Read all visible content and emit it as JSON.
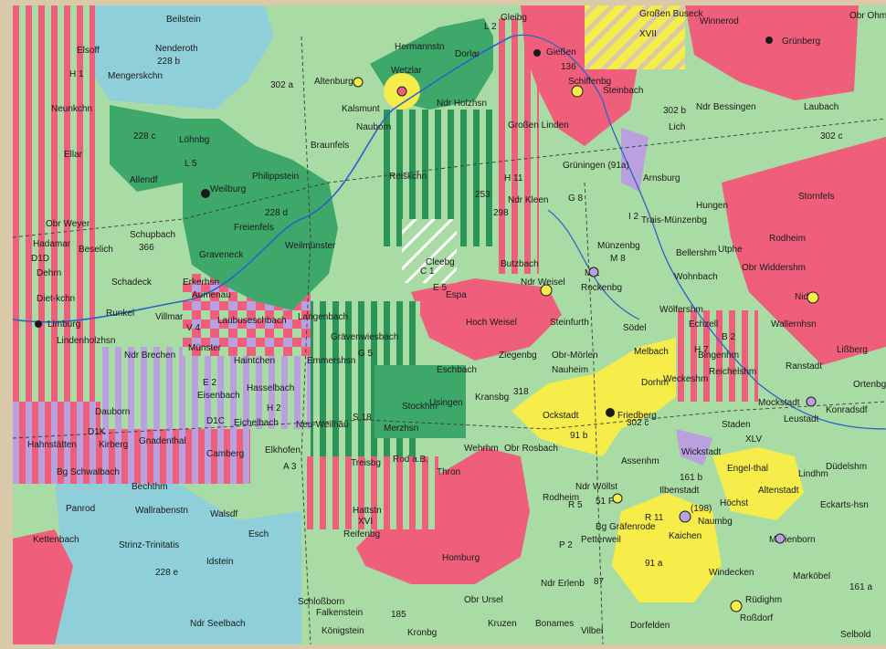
{
  "colors": {
    "pale_green": "#a9dba4",
    "green": "#3da86a",
    "dark_green": "#2a9556",
    "pink": "#ef5f7c",
    "light_blue": "#8fcfd9",
    "lavender": "#b9a0de",
    "yellow": "#f6ec4a",
    "paper": "#d9c9a8",
    "road": "#3b3b3b",
    "river": "#2a62c9"
  },
  "places": {
    "beilstein": "Beilstein",
    "gleiberg": "Gleibg",
    "grosen_buseck": "Großen Buseck",
    "winnerod": "Winnerod",
    "obr_ohm": "Obr Ohm",
    "nenderoth": "Nenderoth",
    "mengerskchn": "Mengerskchn",
    "elsoff": "Elsoff",
    "altenburg": "Altenburg",
    "wetzlar": "Wetzlar",
    "hermannstn": "Hermannstn",
    "dorlar": "Dorlar",
    "giessen": "Gießen",
    "gruenberg": "Grünberg",
    "kalsmunt": "Kalsmunt",
    "nauborn": "Nauborn",
    "ndr_holzhsn": "Ndr Holzhsn",
    "grosen_linden": "Großen Linden",
    "steinbach": "Steinbach",
    "schiffenbg": "Schiffenbg",
    "lich": "Lich",
    "ndr_bessingen": "Ndr Bessingen",
    "laubach": "Laubach",
    "neunkchn": "Neunkchn",
    "mengerskirchen_lohnbg": "Löhnbg",
    "braunfels": "Braunfels",
    "ellar": "Ellar",
    "allendf": "Allendf",
    "philippstein": "Philippstein",
    "weilburg": "Weilburg",
    "reiskchn": "Reiskchn",
    "gruningen": "Grüningen (91a)",
    "arnsburg": "Arnsburg",
    "stornfels": "Stornfels",
    "hungen": "Hungen",
    "obr_weyer": "Obr Weyer",
    "schupbach": "Schupbach",
    "freienfels": "Freienfels",
    "ndr_kleen": "Ndr Kleen",
    "trais_munzenbg": "Trais-Münzenbg",
    "hadamar": "Hadamar",
    "beselich": "Beselich",
    "graveneck": "Graveneck",
    "weilmunster": "Weilmünster",
    "cleebg": "Cleebg",
    "butzbach": "Butzbach",
    "munzenbg": "Münzenbg",
    "bellershm": "Bellershm",
    "utphe": "Utphe",
    "rodheim": "Rodheim",
    "obr_widdershm": "Obr Widdershm",
    "dehrn": "Dehrn",
    "erkerhsn": "Erkerhsn",
    "ndr_weisel": "Ndr Weisel",
    "rockenbg": "Rockenbg",
    "wohnbach": "Wohnbach",
    "nidda": "Nidda",
    "diet_kchn": "Diet-kchn",
    "schadeck": "Schadeck",
    "runkel": "Runkel",
    "aumenau": "Aumenau",
    "villmar": "Villmar",
    "laubuseschbach": "Laubuseschbach",
    "langenbach": "Langenbach",
    "espa": "Espa",
    "hoch_weisel": "Hoch Weisel",
    "steinfurth": "Steinfurth",
    "wollfershm": "Wölfershm",
    "echzell": "Echzell",
    "wallernhsn": "Wallernhsn",
    "limburg": "Limburg",
    "lindenholzhsn": "Lindenholzhsn",
    "grävenwiesbach": "Grävenwiesbach",
    "ziegenbg": "Ziegenbg",
    "sodel": "Södel",
    "melbach": "Melbach",
    "bingenhm": "Bingenhm",
    "lissberg": "Lißberg",
    "ndr_brechen": "Ndr Brechen",
    "munster": "Münster",
    "haintchen": "Haintchen",
    "emmershsn": "Emmershsn",
    "eschbach": "Eschbach",
    "obr_morlen": "Obr-Mörlen",
    "nauheim": "Nauheim",
    "weckeshm": "Weckeshm",
    "reichelshm": "Reichelshm",
    "ranstadt": "Ranstadt",
    "hasselbach": "Hasselbach",
    "kransbg": "Kransbg",
    "stockhm": "Stockhm",
    "usingen": "Usingen",
    "ockstadt": "Ockstadt",
    "friedberg": "Friedberg",
    "dorhm": "Dorhm",
    "mockstadt": "Mockstadt",
    "konradsdf": "Konradsdf",
    "ortenbg": "Ortenbg",
    "dauborn": "Dauborn",
    "kirberg": "Kirberg",
    "eisenbach": "Eisenbach",
    "eichelbach": "Eichelbach",
    "neu_weilnau": "Neu-Weilnau",
    "merzhsn": "Merzhsn",
    "staden": "Staden",
    "leustadt": "Leustadt",
    "hahnstatten": "Hahnstätten",
    "gnadenthal": "Gnadenthal",
    "camberg": "Camberg",
    "elkhofen": "Elkhofen",
    "wehrhm": "Wehrhm",
    "obr_rosbach": "Obr Rosbach",
    "assenhm": "Assenhm",
    "wickstadt": "Wickstadt",
    "engelthal": "Engel-thal",
    "bg_schwalbach": "Bg Schwalbach",
    "bechthm": "Bechthm",
    "treisbg": "Treisbg",
    "rod_a_b": "Rod a.B.",
    "thron": "Thron",
    "altenstadt": "Altenstadt",
    "lindhm": "Lindhm",
    "dudelshm": "Düdelshm",
    "panrod": "Panrod",
    "wallrabenstn": "Wallrabenstn",
    "walsdf": "Walsdf",
    "hattstn": "Hattstn",
    "reifenbg": "Reifenbg",
    "rodheim2": "Rodheim",
    "ndr_wollst": "Ndr Wöllst",
    "ilbenstadt": "Ilbenstadt",
    "hochst": "Höchst",
    "eckartshsn": "Eckarts-hsn",
    "kettenbach": "Kettenbach",
    "esch": "Esch",
    "homburg": "Homburg",
    "petterweil": "Petterweil",
    "kaichen": "Kaichen",
    "naumbg": "Naumbg",
    "marienborn": "Marienborn",
    "strinz_trinitatis": "Strinz-Trinitatis",
    "idstein": "Idstein",
    "windecken": "Windecken",
    "ndr_erlenb": "Ndr Erlenb",
    "schlossborn": "Schloßborn",
    "obr_ursel": "Obr Ursel",
    "rudighm": "Rüdighm",
    "rossdorf": "Roßdorf",
    "markobel": "Marköbel",
    "ndr_seelbach": "Ndr Seelbach",
    "falkenstein": "Falkenstein",
    "konigstein": "Königstein",
    "kronbg": "Kronbg",
    "kruzen": "Kruzen",
    "bonames": "Bonames",
    "vilbel": "Vilbel",
    "dorfelden": "Dorfelden",
    "selbold": "Selbold",
    "grafenrode": "Bg Gräfenrode"
  },
  "codes": {
    "c228b": "228 b",
    "c302a": "302 a",
    "c136": "136",
    "c302b": "302 b",
    "c302c": "302 c",
    "c228c": "228 c",
    "c228d": "228 d",
    "c366": "366",
    "c253": "253",
    "c298": "298",
    "c318": "318",
    "c228e": "228 e",
    "c91a": "91 a",
    "c91b": "91 b",
    "c302c2": "302 c",
    "cXLV": "XLV",
    "cL2": "L 2",
    "cH1": "H 1",
    "cL5": "L 5",
    "cH11": "H 11",
    "cG8": "G 8",
    "cM8": "M 8",
    "cC1": "C 1",
    "cE5": "E 5",
    "cD1D": "D1D",
    "cG5": "G 5",
    "cE2": "E 2",
    "cH2": "H 2",
    "cS18": "S 18",
    "cD1C": "D1C",
    "cD1K": "D1K",
    "cA3": "A 3",
    "cR5": "R 5",
    "cP2": "P 2",
    "cXVI": "XVI",
    "cB2": "B 2",
    "cH7": "H 7",
    "cI2": "I 2",
    "cV4": "V 4",
    "c87": "87",
    "cM1": "M 1",
    "cXVII": "XVII",
    "cR11": "R 11",
    "c51F": "51 F",
    "c161a": "161 a",
    "c161b": "161 b",
    "c185": "185",
    "c198": "(198)"
  }
}
